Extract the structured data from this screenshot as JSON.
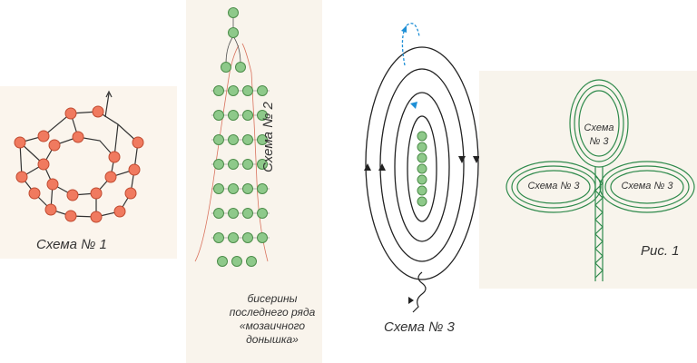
{
  "schemes": {
    "s1": {
      "caption": "Схема № 1",
      "bead_color": "#f07a5f"
    },
    "s2": {
      "caption": "Схема № 2",
      "bead_color": "#8ec98a",
      "note_lines": [
        "бисерины",
        "последнего ряда",
        "«мозаичного",
        "донышка»"
      ]
    },
    "s3": {
      "caption": "Схема № 3",
      "bead_color": "#8ec98a",
      "thread_color": "#1e8fd6"
    },
    "fig1": {
      "caption": "Рис. 1",
      "top_leaf": [
        "Схема",
        "№ 3"
      ],
      "left_leaf": "Схема № 3",
      "right_leaf": "Схема № 3",
      "leaf_color": "#2f8a4c"
    }
  }
}
